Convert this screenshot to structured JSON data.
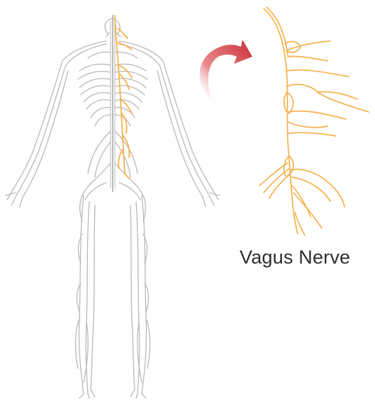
{
  "diagram": {
    "caption": "Vagus Nerve",
    "colors": {
      "nervous_system": "#b9b9b9",
      "vagus_nerve": "#f6b24e",
      "arrow": "#d0333b"
    },
    "icons": [
      "body-nervous-system-illustration",
      "vagus-nerve-closeup-illustration",
      "curved-arrow-icon"
    ]
  }
}
